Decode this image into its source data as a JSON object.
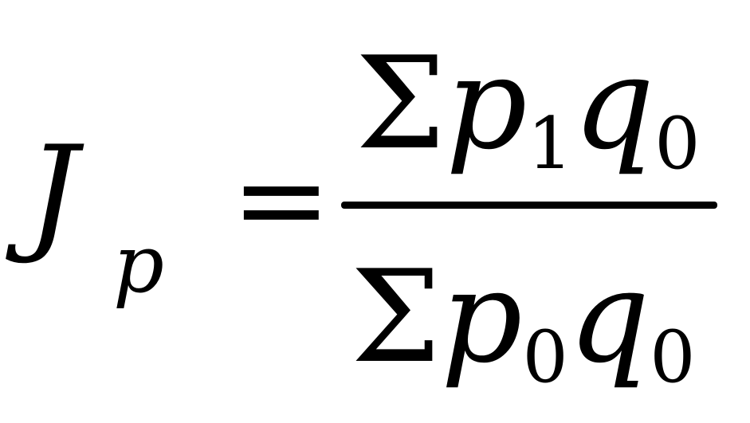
{
  "formula": {
    "lhs_symbol": "J",
    "lhs_subscript": "p",
    "equals_sign": "=",
    "numerator": {
      "sum_symbol": "Σ",
      "factor1": "p",
      "factor1_subscript": "1",
      "factor2": "q",
      "factor2_subscript": "0"
    },
    "denominator": {
      "sum_symbol": "Σ",
      "factor1": "p",
      "factor1_subscript": "0",
      "factor2": "q",
      "factor2_subscript": "0"
    }
  }
}
